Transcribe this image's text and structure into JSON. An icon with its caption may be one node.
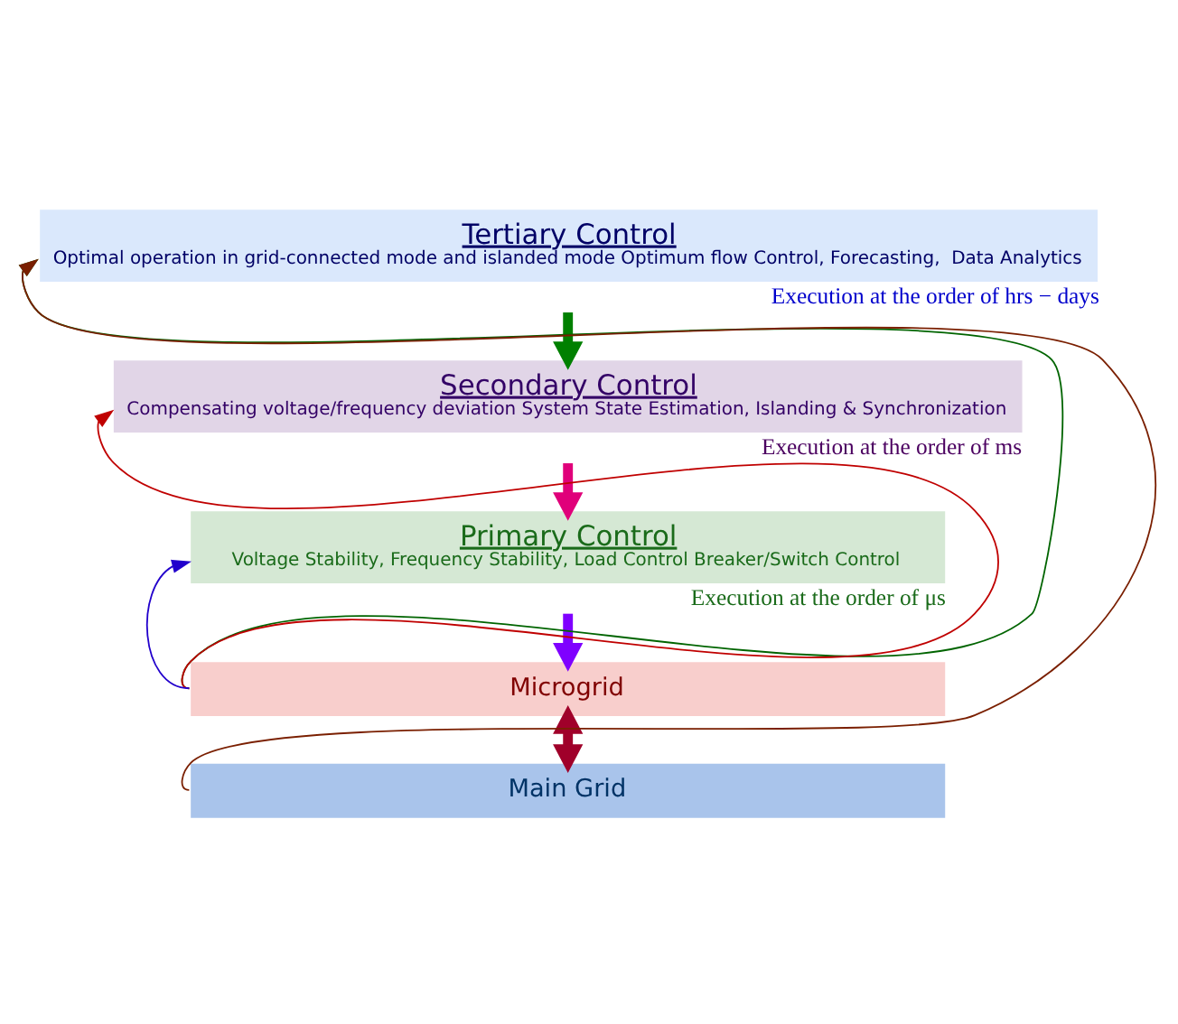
{
  "diagram": {
    "nodes": [
      {
        "text": [
          "Tertiary Control",
          "Optimal operation in grid-connected mode and islanded mode Optimum flow Control, Forecasting,  Data Analytics"
        ],
        "beside": [
          "Execution at the order of hrs − days"
        ]
      },
      {
        "text": [
          "Secondary Control",
          "Compensating voltage/frequency deviation System State Estimation, Islanding & Synchronization"
        ],
        "beside": [
          "Execution at the order of ms"
        ]
      },
      {
        "text": [
          "Primary Control",
          "Voltage Stability, Frequency Stability, Load Control Breaker/Switch Control"
        ],
        "beside": [
          "Execution at the order of μs"
        ]
      },
      {
        "text": [
          "Microgrid"
        ]
      },
      {
        "text": [
          "Main Grid"
        ]
      }
    ],
    "edges": [
      {
        "from": 0,
        "to": 1,
        "arrow": "to",
        "style": "thick",
        "color": "#008000"
      },
      {
        "from": 1,
        "to": 2,
        "arrow": "to",
        "style": "thick",
        "color": "#e0007a"
      },
      {
        "from": 2,
        "to": 3,
        "arrow": "to",
        "style": "thick",
        "color": "#7f00ff"
      },
      {
        "from": 3,
        "to": 4,
        "arrow": "both",
        "style": "thick",
        "color": "#a0002a"
      },
      {
        "from": 4,
        "to": 0,
        "arrow": "to",
        "color": "#7a1f00"
      },
      {
        "from": 3,
        "to": 0,
        "arrow": "to",
        "color": "#006400"
      },
      {
        "from": 3,
        "to": 1,
        "arrow": "to",
        "color": "#c00000"
      },
      {
        "from": 3,
        "to": 2,
        "arrow": "to",
        "color": "#2200cc"
      }
    ]
  }
}
